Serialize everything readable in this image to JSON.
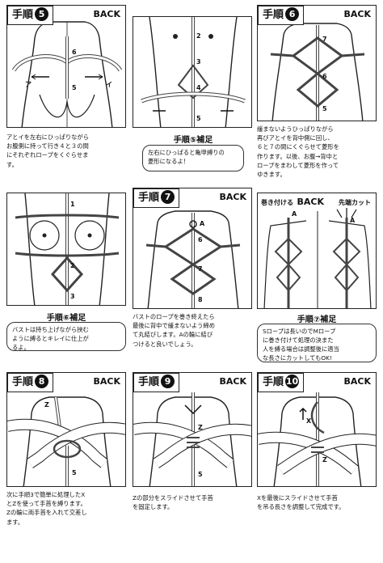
{
  "steps": [
    {
      "tag": "手順",
      "num": "5",
      "back": "BACK",
      "caption": "アとイを左右にひっぱりながら\nお腹側に持って行き４と３の間\nにそれぞれロープをくぐらせま\nす。",
      "labels": {
        "a": "ア",
        "i": "イ",
        "n5": "5",
        "n6": "6"
      }
    },
    {
      "tag": "",
      "num": "",
      "back": "",
      "labels": {
        "n2": "2",
        "n3": "3",
        "n4": "4",
        "n5": "5"
      }
    },
    {
      "tag": "手順",
      "num": "6",
      "back": "BACK",
      "caption": "緩まないようひっぱりながら\n再びアとイを背中側に回し、\n６と７の間にくぐらせて菱形を\n作ります。以後、お腹→背中と\nロープをまわして菱形を作って\nゆきます。",
      "labels": {
        "n7": "7",
        "n6": "6",
        "n5": "5"
      }
    },
    {
      "tag": "",
      "num": "",
      "back": "",
      "labels": {
        "n1": "1",
        "n2": "2",
        "n3": "3"
      }
    },
    {
      "tag": "手順",
      "num": "7",
      "back": "BACK",
      "caption": "バストのロープを巻き終えたら\n最後に背中で緩まないよう締め\nて丸結びします。Aの輪に結び\nつけると良いでしょう。",
      "labels": {
        "a": "A",
        "n6": "6",
        "n7": "7",
        "n8": "8"
      }
    },
    {
      "tag": "",
      "num": "",
      "back": "BACK",
      "labels": {
        "wrap": "巻き付ける",
        "cut": "先端カット",
        "a1": "A",
        "a2": "A"
      }
    },
    {
      "tag": "手順",
      "num": "8",
      "back": "BACK",
      "caption": "次に手順3で簡単に処理したX\nとZを使って手首を縛ります。\nZの輪に両手首を入れて交差し\nます。",
      "labels": {
        "z": "Z",
        "n5": "5"
      }
    },
    {
      "tag": "手順",
      "num": "9",
      "back": "BACK",
      "caption": "Zの部分をスライドさせて手首\nを固定します。",
      "labels": {
        "z": "Z",
        "n5": "5"
      }
    },
    {
      "tag": "手順",
      "num": "10",
      "back": "BACK",
      "caption": "Xを最後にスライドさせて手首\nを吊る長さを調整して完成です。",
      "labels": {
        "x": "X",
        "z": "Z"
      }
    }
  ],
  "notes": [
    {
      "title": "手順⑤補足",
      "text": "左右にひっぱると亀甲縛りの\n菱形になるよ！"
    },
    {
      "title": "手順⑥補足",
      "text": "バストは持ち上げながら挟む\nように縛るとキレイに仕上が\nるよ。"
    },
    {
      "title": "手順⑦補足",
      "text": "Sロープは長いのでMロープ\nに巻き付けて処理の決また\n人を縛る場合は調整後に適当\nな長さにカットしてもOK!"
    }
  ]
}
